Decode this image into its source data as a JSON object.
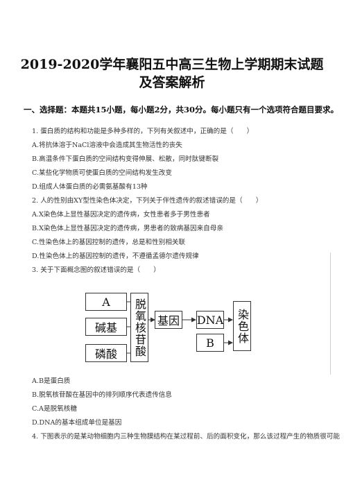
{
  "title": {
    "line1": "2019-2020学年襄阳五中高三生物上学期期末试题",
    "line2": "及答案解析"
  },
  "section_heading": "一、选择题：本题共15小题，每小题2分，共30分。每小题只有一个选项符合题目要求。",
  "questions": [
    {
      "stem": "1. 蛋白质的结构和功能是多种多样的，下列有关叙述中，正确的是（　　）",
      "options": [
        "A.将抗体溶于NaCl溶液中会造成其生物活性的丧失",
        "B.高温条件下蛋白质的空间结构变得伸展、松散，同时肽键断裂",
        "C.某些化学物质可使蛋白质的空间结构发生改变",
        "D.组成人体蛋白质的必需氨基酸有13种"
      ]
    },
    {
      "stem": "2. 人的性别由XY型性染色体决定，下列关于伴性遗传的叙述错误的是（　　）",
      "options": [
        "A.X染色体上显性基因决定的遗传病，女性患者多于男性患者",
        "B.X染色体上显性基因决定的遗传病，男患者的致病基因来自母亲",
        "C.性染色体上的基因控制的遗传，总是和性别相关联",
        "D.性染色体上的基因控制的遗传，不遵循孟德尔遗传规律"
      ]
    },
    {
      "stem": "3. 关于下面概念图的叙述错误的是（　　）",
      "options": [
        "A.B是蛋白质",
        "B.脱氧核苷酸在基因中的排列顺序代表遗传信息",
        "C.A是脱氧核糖",
        "D.DNA的基本组成单位是基因"
      ]
    },
    {
      "stem": "4. 下图表示的是某动物细胞内三种生物膜结构在某过程前、后的面积变化，那么该过程产生的物质很可能"
    }
  ],
  "diagram": {
    "a": "A",
    "base": "碱基",
    "phosphate": "磷酸",
    "deoxynucleotide": "脱氧核苷酸",
    "gene": "基因",
    "dna": "DNA",
    "b": "B",
    "chromosome": "染色体"
  }
}
